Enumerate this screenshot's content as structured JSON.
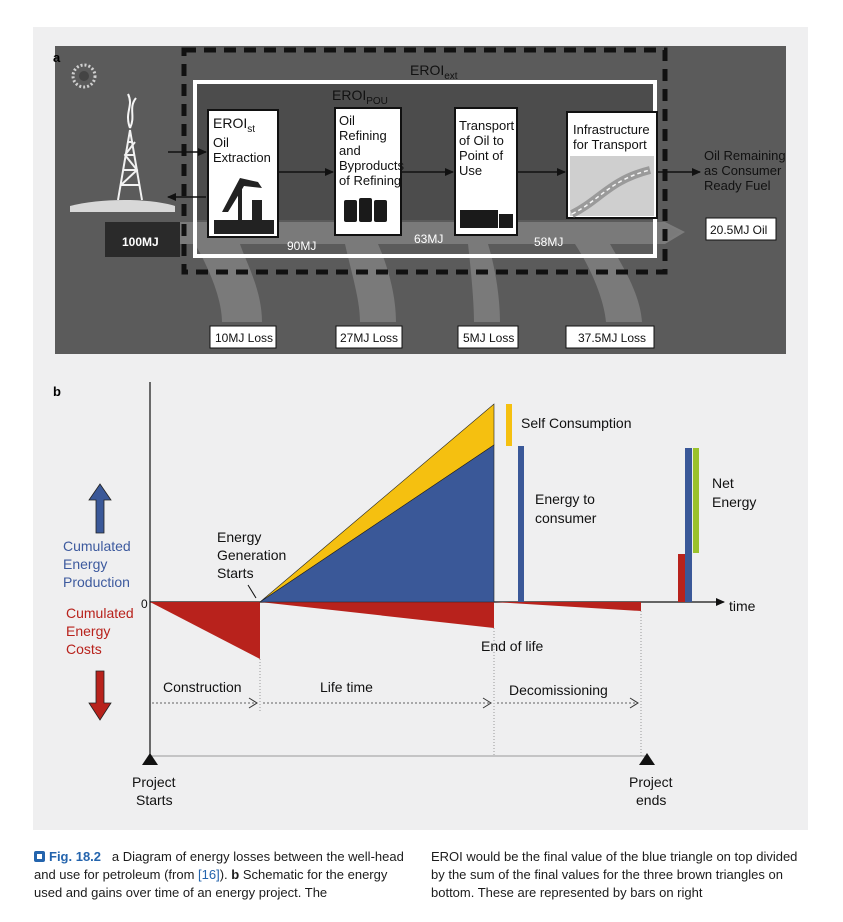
{
  "panel_a": {
    "label": "a",
    "eroi_ext": "EROI",
    "eroi_ext_sub": "ext",
    "eroi_pou": "EROI",
    "eroi_pou_sub": "POU",
    "eroi_st": "EROI",
    "eroi_st_sub": "st",
    "stage1": [
      "Oil",
      "Extraction"
    ],
    "stage2": [
      "Oil",
      "Refining",
      "and",
      "Byproducts",
      "of Refining"
    ],
    "stage3": [
      "Transport",
      "of Oil to",
      "Point of",
      "Use"
    ],
    "stage4": [
      "Infrastructure",
      "for Transport"
    ],
    "remaining": [
      "Oil Remaining",
      "as Consumer",
      "Ready Fuel"
    ],
    "flows": {
      "start": "100MJ",
      "after_extraction": "90MJ",
      "after_refining": "63MJ",
      "after_transport": "58MJ",
      "final": "20.5MJ Oil"
    },
    "losses": [
      "10MJ Loss",
      "27MJ Loss",
      "5MJ Loss",
      "37.5MJ Loss"
    ]
  },
  "panel_b": {
    "label": "b",
    "zero": "0",
    "production": [
      "Cumulated",
      "Energy",
      "Production"
    ],
    "costs": [
      "Cumulated",
      "Energy",
      "Costs"
    ],
    "gen_starts": [
      "Energy",
      "Generation",
      "Starts"
    ],
    "self_consumption": "Self Consumption",
    "energy_consumer": [
      "Energy to",
      "consumer"
    ],
    "net_energy": [
      "Net",
      "Energy"
    ],
    "time": "time",
    "end_of_life": "End of life",
    "phases": [
      "Construction",
      "Life time",
      "Decomissioning"
    ],
    "project_starts": [
      "Project",
      "Starts"
    ],
    "project_ends": [
      "Project",
      "ends"
    ],
    "colors": {
      "blue": "#3a5898",
      "yellow": "#f5c010",
      "red": "#b8221c",
      "green": "#9ac22c",
      "panel_bg": "#efeff0"
    }
  },
  "caption": {
    "fig": "Fig. 18.2",
    "left": {
      "t1": "a Diagram of energy losses between the well-head and use for petroleum (from ",
      "ref": "[16]",
      "t2": "). ",
      "b": "b",
      "t3": " Schematic for the energy used and gains over time of an energy project. The"
    },
    "right": "EROI would be the final value of the blue triangle on top divided by the sum of the final values for the three brown triangles on bottom. These are represented by bars on right"
  }
}
